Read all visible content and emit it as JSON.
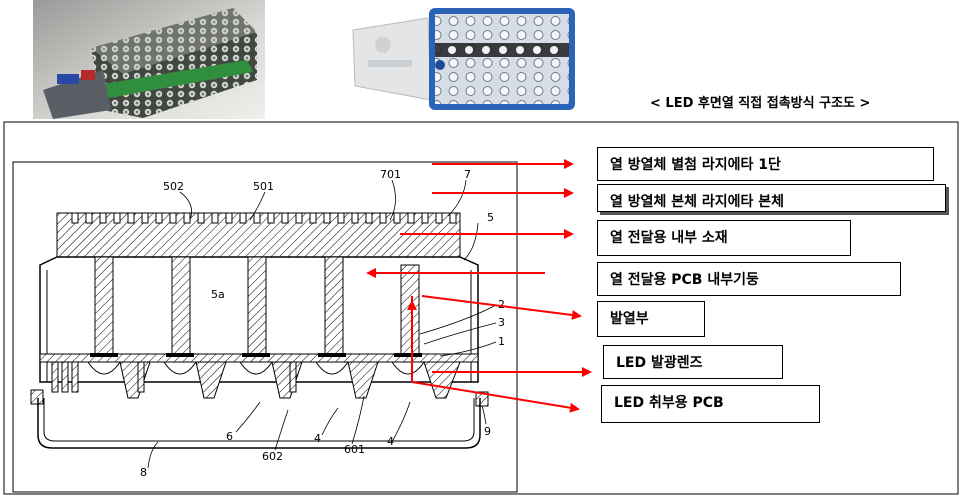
{
  "title": "< LED 후면열 직접 접촉방식 구조도 >",
  "photos": [
    {
      "name": "led-module-photo-angled"
    },
    {
      "name": "led-streetlight-photo"
    }
  ],
  "callouts": [
    {
      "id": "radiator-stage1",
      "label": "열 방열체 별첨 라지에타 1단"
    },
    {
      "id": "radiator-body",
      "label": "열 방열체 본체 라지에타 본체"
    },
    {
      "id": "inner-material",
      "label": "열 전달용 내부 소재"
    },
    {
      "id": "pcb-pillar",
      "label": "열 전달용 PCB 내부기둥"
    },
    {
      "id": "heat-part",
      "label": "발열부"
    },
    {
      "id": "lens",
      "label": "LED 발광렌즈"
    },
    {
      "id": "pcb",
      "label": "LED 취부용 PCB"
    }
  ],
  "reference_numbers": {
    "n502": "502",
    "n501": "501",
    "n701": "701",
    "n7": "7",
    "n5": "5",
    "n5a": "5a",
    "n2": "2",
    "n3": "3",
    "n1": "1",
    "n6": "6",
    "n602": "602",
    "n4a": "4",
    "n601": "601",
    "n4b": "4",
    "n9": "9",
    "n8": "8"
  },
  "colors": {
    "arrow": "#ff0000",
    "line": "#000000",
    "hatch": "#000000"
  }
}
